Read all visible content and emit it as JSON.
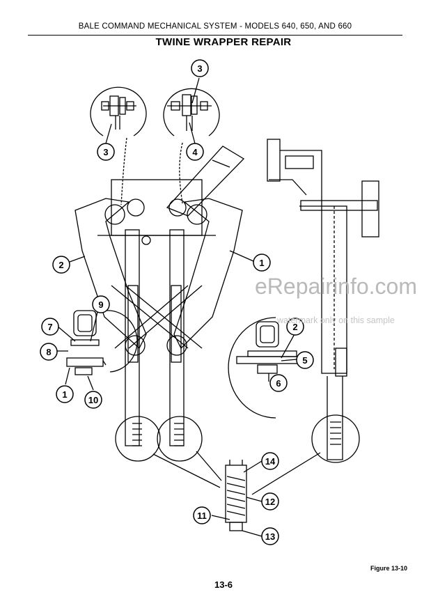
{
  "header": {
    "text": "BALE COMMAND MECHANICAL SYSTEM - MODELS 640, 650, AND 660"
  },
  "title": "TWINE WRAPPER REPAIR",
  "watermark": {
    "main": "eRepairinfo.com",
    "sub": "watermark only on this sample"
  },
  "figure_label": "Figure 13-10",
  "page_number": "13-6",
  "callouts": {
    "c3_top": "3",
    "c3_left": "3",
    "c4": "4",
    "c1_right": "1",
    "c2_left": "2",
    "c9": "9",
    "c7": "7",
    "c8": "8",
    "c1_bottom": "1",
    "c10": "10",
    "c2_right": "2",
    "c5": "5",
    "c6": "6",
    "c14": "14",
    "c12": "12",
    "c11": "11",
    "c13": "13"
  }
}
